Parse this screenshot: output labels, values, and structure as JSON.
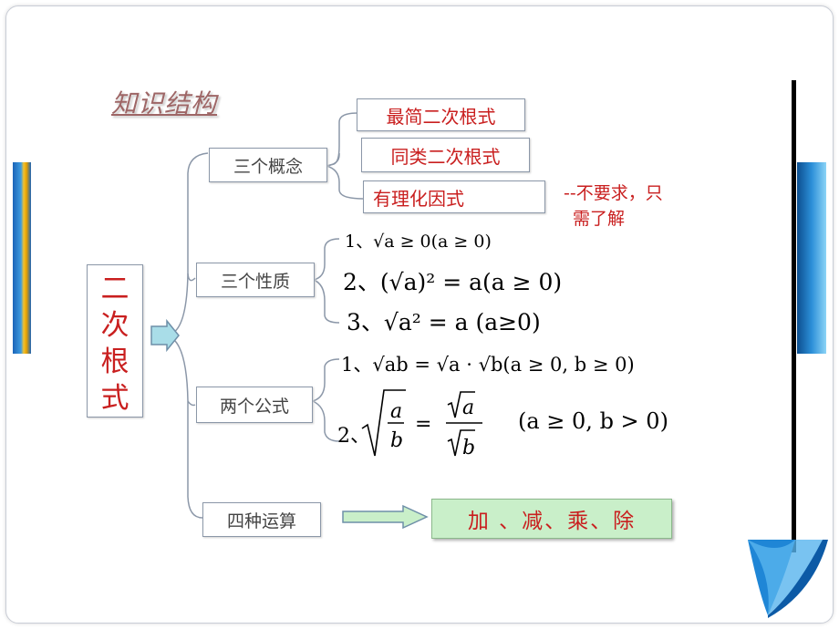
{
  "title": "知识结构",
  "main_label": [
    "二",
    "次",
    "根",
    "式"
  ],
  "branches": {
    "concepts": {
      "label": "三个概念",
      "items": [
        "最简二次根式",
        "同类二次根式",
        "有理化因式"
      ],
      "note_line1": "--不要求，只",
      "note_line2": "需了解"
    },
    "properties": {
      "label": "三个性质",
      "f1": "1、√a ≥ 0(a ≥ 0)",
      "f2": "2、(√a)² = a(a ≥ 0)",
      "f3": "3、√a² =  a (a≥0)"
    },
    "formulas": {
      "label": "两个公式",
      "f1": "1、√ab = √a · √b(a ≥ 0, b ≥ 0)",
      "f2_prefix": "2、",
      "f2_cond": "(a ≥ 0, b > 0)"
    },
    "operations": {
      "label": "四种运算",
      "result": "加 、减、乘、除"
    }
  }
}
